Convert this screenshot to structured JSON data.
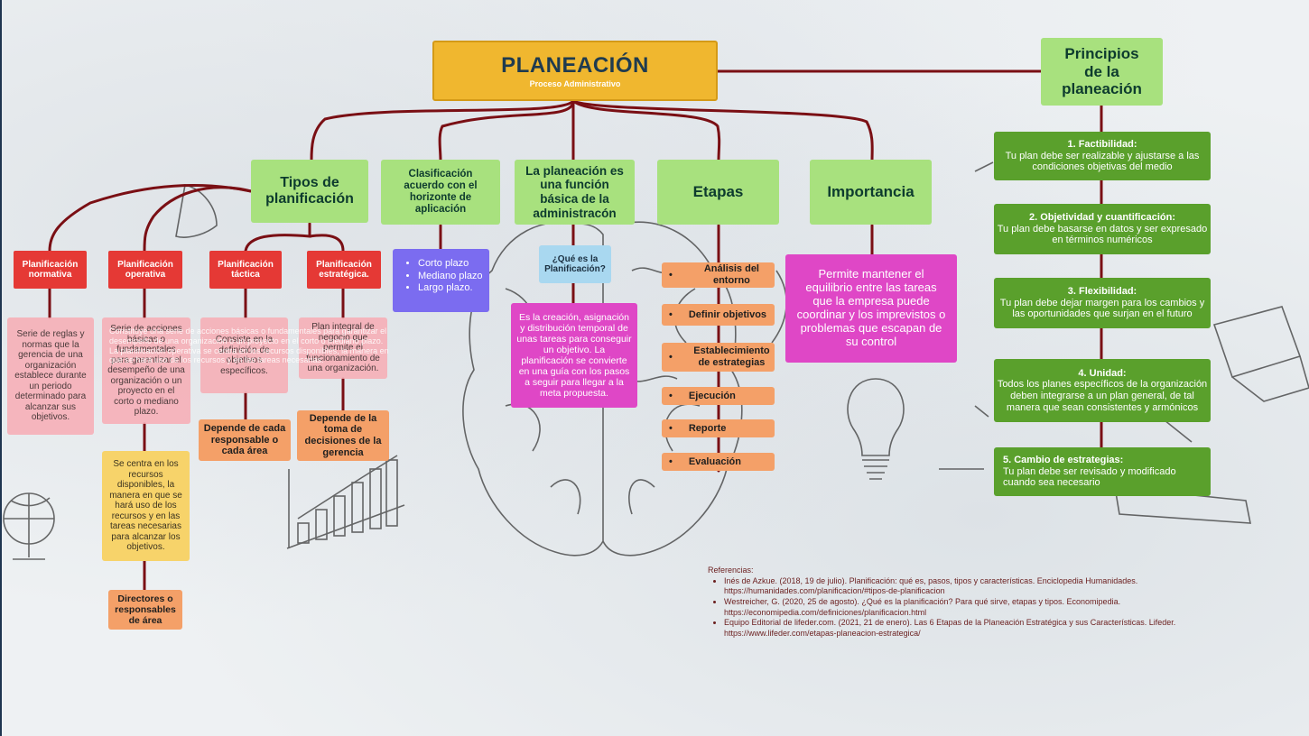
{
  "title": {
    "main": "PLANEACIÓN",
    "sub": "Proceso Administrativo"
  },
  "principles_header": "Principios de la planeación",
  "categories": {
    "tipos": "Tipos de planificación",
    "clasificacion": "Clasificación acuerdo con el horizonte de aplicación",
    "funcion": "La planeación es una función básica de la administracón",
    "etapas": "Etapas",
    "importancia": "Importancia"
  },
  "tipos": {
    "normativa": {
      "label": "Planificación normativa",
      "desc": "Serie de reglas y normas que la gerencia de una organización establece durante un periodo determinado para alcanzar sus objetivos."
    },
    "operativa": {
      "label": "Planificación operativa",
      "desc": "Serie de acciones básicas o fundamentales para garantizar el desempeño de una organización o un proyecto en el corto o mediano plazo.",
      "overlay": "Constituye una serie de acciones básicas o fundamentales para garantizar el desempeño de una organización o un proyecto en el corto o mediano plazo. La planificación operativa se centra en los recursos disponibles, la manera en que se hará uso de los recursos y en las tareas necesarias.",
      "detail": "Se centra en los recursos disponibles, la manera en que se hará uso de los recursos y en las tareas necesarias para alcanzar los objetivos.",
      "responsables": "Directores o responsables de área"
    },
    "tactica": {
      "label": "Planificación táctica",
      "desc": "Consiste en la definición de objetivos específicos.",
      "depende": "Depende de cada responsable o cada área"
    },
    "estrategica": {
      "label": "Planificación estratégica.",
      "desc": "Plan integral de negocio que permite el funcionamiento de una organización.",
      "depende": "Depende de la toma de decisiones de la gerencia"
    }
  },
  "horizonte": {
    "items": [
      "Corto plazo",
      "Mediano plazo",
      "Largo plazo."
    ]
  },
  "funcion": {
    "question": "¿Qué es la Planificación?",
    "answer": "Es la creación, asignación y distribución temporal de unas tareas para conseguir un objetivo. La planificación se convierte en una guía con los pasos a seguir para llegar a la meta propuesta."
  },
  "etapas": {
    "bullet": "•",
    "items": [
      "Análisis del entorno",
      "Definir objetivos",
      "Establecimiento de estrategias",
      "Ejecución",
      "Reporte",
      "Evaluación"
    ]
  },
  "importancia": {
    "text": "Permite mantener el equilibrio entre las tareas que la empresa puede coordinar y los imprevistos o problemas que escapan de su control"
  },
  "principios": [
    {
      "title": "1. Factibilidad:",
      "text": "Tu plan debe ser realizable y ajustarse a las condiciones objetivas del medio"
    },
    {
      "title": "2. Objetividad y cuantificación:",
      "text": "Tu plan debe basarse en datos y ser expresado en términos numéricos"
    },
    {
      "title": "3. Flexibilidad:",
      "text": "Tu plan debe dejar margen para los cambios y las oportunidades que surjan en el futuro"
    },
    {
      "title": "4. Unidad:",
      "text": "Todos los planes específicos de la organización deben integrarse a un plan general, de tal manera que sean consistentes y armónicos"
    },
    {
      "title": "5. Cambio de estrategias:",
      "text": "Tu plan debe ser revisado y modificado cuando sea necesario"
    }
  ],
  "references": {
    "heading": "Referencias:",
    "items": [
      "Inés de Azkue. (2018, 19 de julio). Planificación: qué es, pasos, tipos y características. Enciclopedia Humanidades. https://humanidades.com/planificacion/#tipos-de-planificacion",
      "Westreicher, G. (2020, 25 de agosto). ¿Qué es la planificación? Para qué sirve, etapas y tipos. Economipedia. https://economipedia.com/definiciones/planificacion.html",
      "Equipo Editorial de lifeder.com. (2021, 21 de enero). Las 6 Etapas de la Planeación Estratégica y sus Características. Lifeder. https://www.lifeder.com/etapas-planeacion-estrategica/"
    ]
  },
  "colors": {
    "connector": "#7a0f14",
    "title": "#f0b72f",
    "light_green": "#a8e17e",
    "dark_green": "#5aa02c",
    "red": "#e53935",
    "orange": "#f4a068",
    "purple": "#7b6cf0",
    "magenta": "#df47c6"
  }
}
